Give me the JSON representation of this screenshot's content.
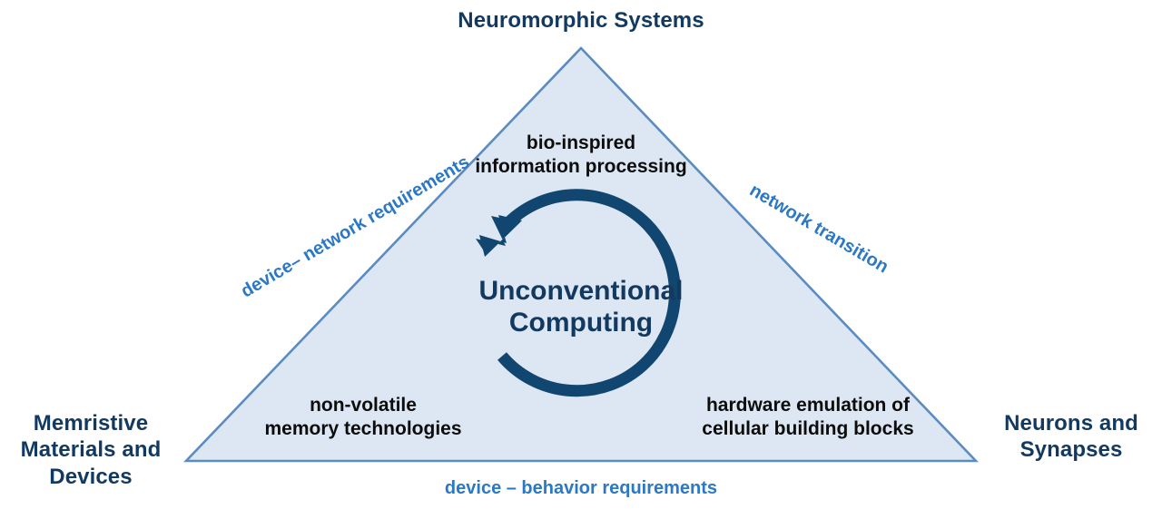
{
  "diagram": {
    "type": "triangle-concept-diagram",
    "colors": {
      "triangle_fill": "#dde6f3",
      "triangle_border": "#5b8cc0",
      "vertex_label": "#12395f",
      "edge_label": "#2b78c4",
      "inner_text": "#0d0d0d",
      "center_text": "#12395f",
      "arrow": "#10466f",
      "background": "#ffffff"
    },
    "vertices": {
      "top": "Neuromorphic Systems",
      "bottom_left": "Memristive\nMaterials and\nDevices",
      "bottom_right": "Neurons and\nSynapses"
    },
    "edges": {
      "left": "device– network requirements",
      "right": "network transition",
      "bottom": "device – behavior requirements"
    },
    "inner_texts": {
      "top": "bio-inspired\ninformation processing",
      "bottom_left": "non-volatile\nmemory technologies",
      "bottom_right": "hardware emulation of\ncellular building blocks"
    },
    "center": {
      "label": "Unconventional\nComputing",
      "icon": "circular-arrow-icon"
    }
  }
}
